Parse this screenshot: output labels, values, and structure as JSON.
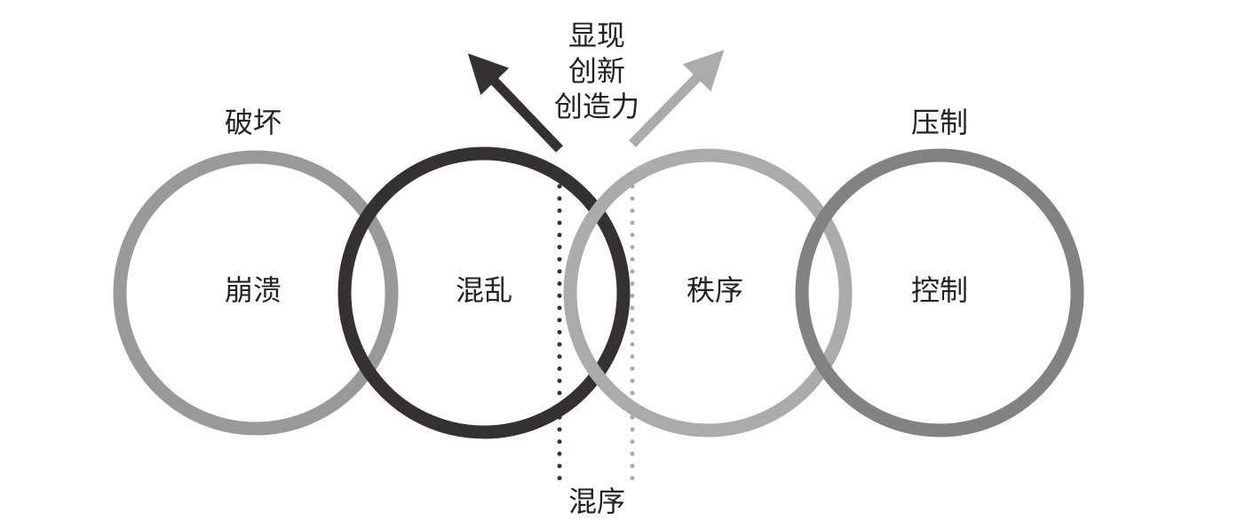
{
  "top_labels": [
    "显现",
    "创新",
    "创造力"
  ],
  "above_left": "破坏",
  "above_right": "压制",
  "circles": [
    {
      "label": "崩溃",
      "color": "#999999"
    },
    {
      "label": "混乱",
      "color": "#353132"
    },
    {
      "label": "秩序",
      "color": "#ababab"
    },
    {
      "label": "控制",
      "color": "#828282"
    }
  ],
  "bottom_label": "混序",
  "arrow_colors": {
    "left": "#353132",
    "right": "#ababab"
  }
}
